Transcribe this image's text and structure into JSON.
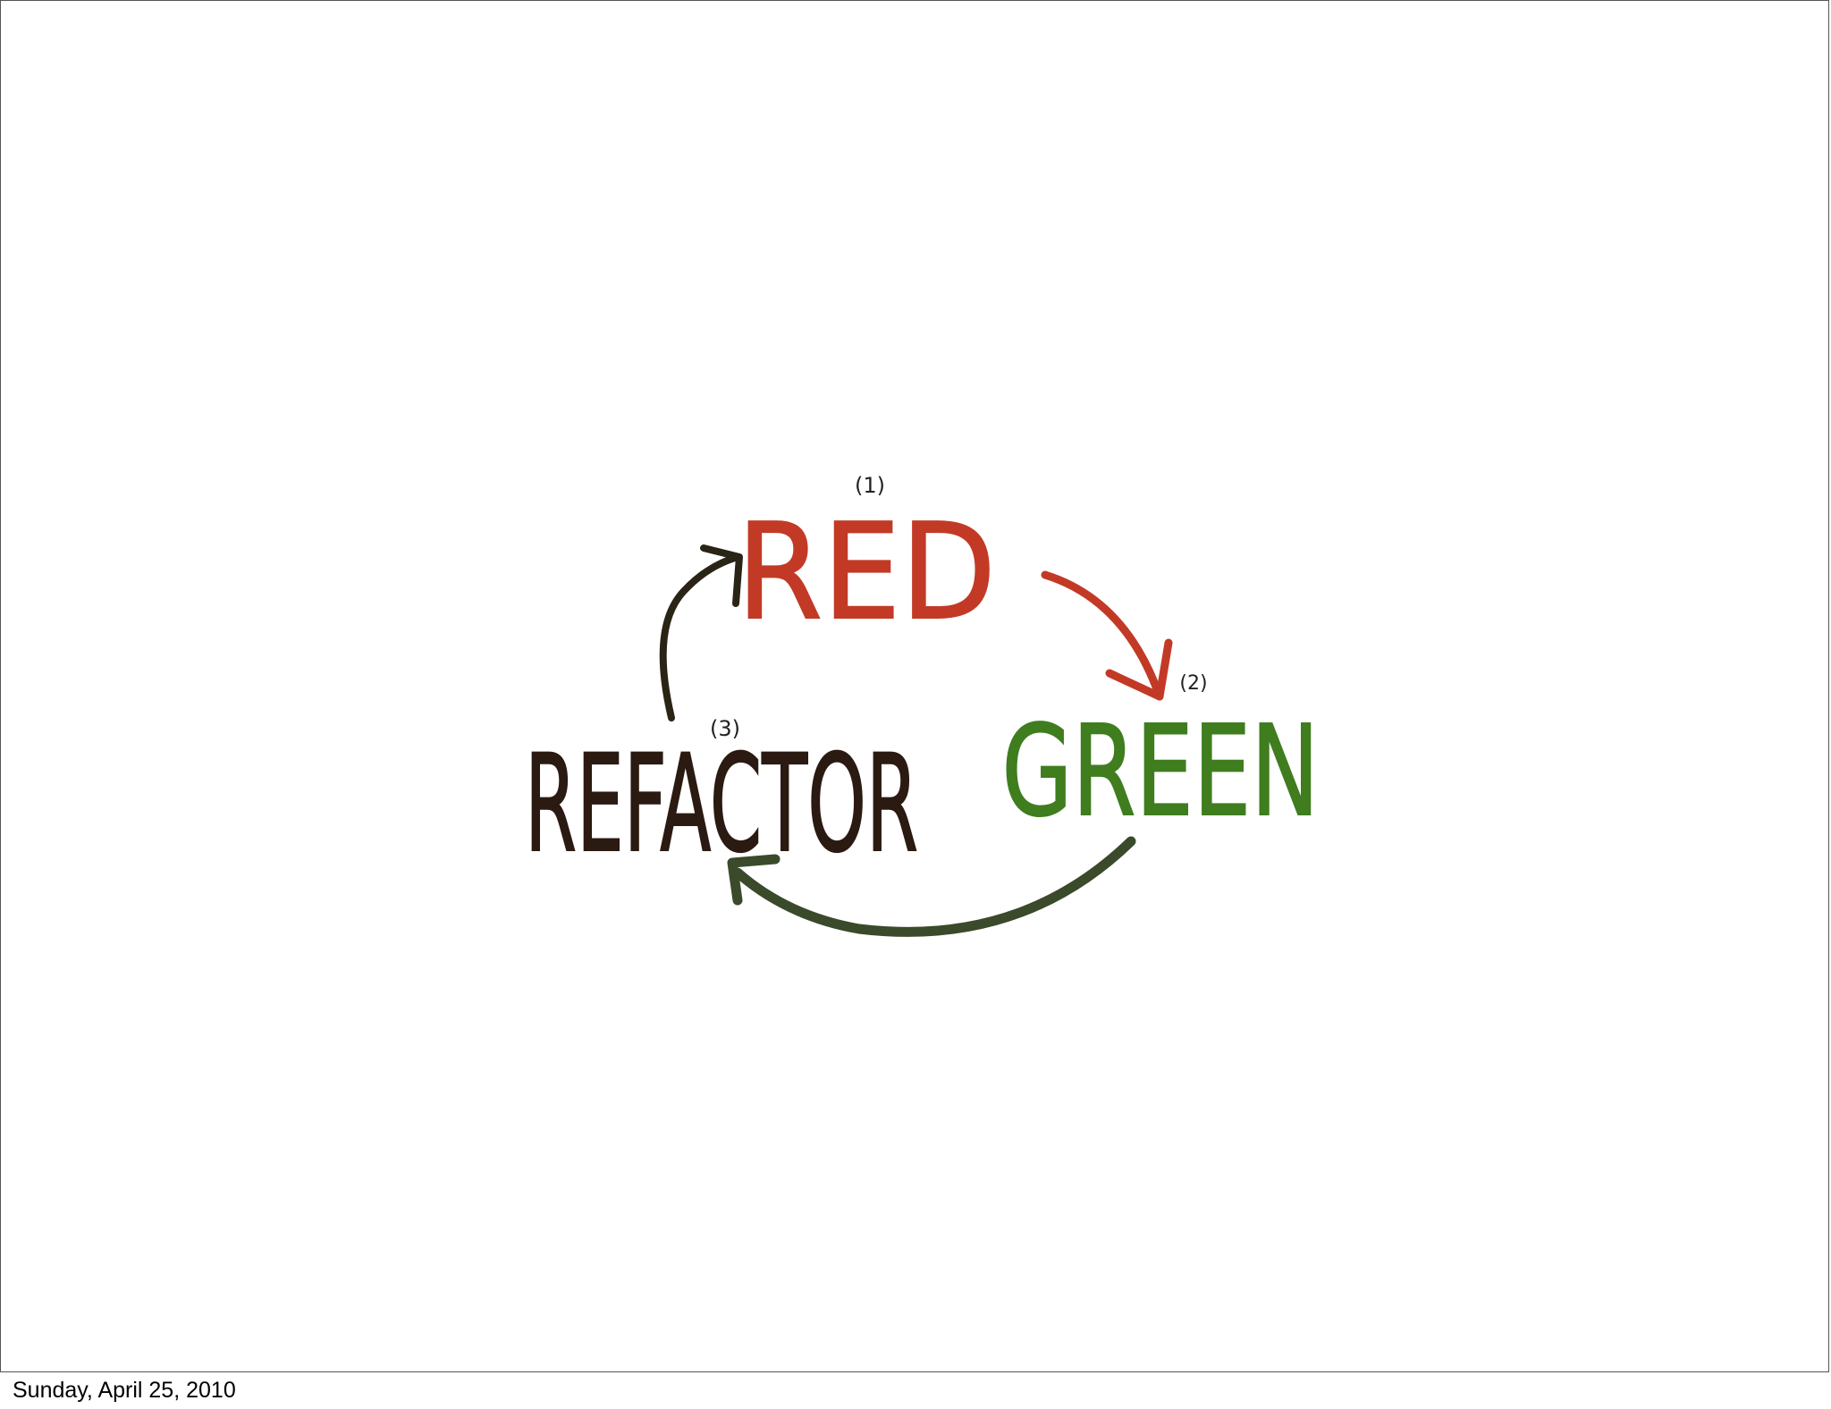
{
  "slide": {
    "footer_date": "Sunday, April 25, 2010"
  },
  "diagram": {
    "nodes": [
      {
        "id": "red",
        "label": "RED",
        "step": "(1)",
        "color": "#c23a26"
      },
      {
        "id": "green",
        "label": "GREEN",
        "step": "(2)",
        "color": "#3f7d1f"
      },
      {
        "id": "refactor",
        "label": "REFACTOR",
        "step": "(3)",
        "color": "#2a1a12"
      }
    ],
    "edges": [
      {
        "from": "red",
        "to": "green",
        "color": "#c23a26"
      },
      {
        "from": "green",
        "to": "refactor",
        "color": "#3a4a2a"
      },
      {
        "from": "refactor",
        "to": "red",
        "color": "#2a2416"
      }
    ]
  }
}
